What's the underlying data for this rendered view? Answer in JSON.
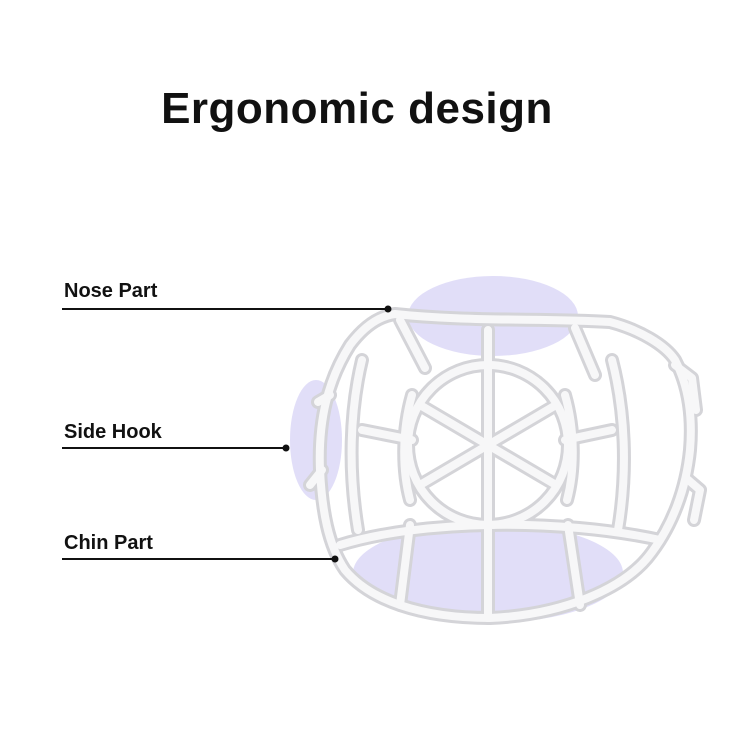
{
  "title": "Ergonomic design",
  "labels": {
    "nose": "Nose Part",
    "side": "Side Hook",
    "chin": "Chin Part"
  },
  "colors": {
    "highlight": "#c9c2f3",
    "frame_stroke": "#d4d4d8",
    "frame_fill": "#f7f7f8",
    "leader": "#111111"
  }
}
